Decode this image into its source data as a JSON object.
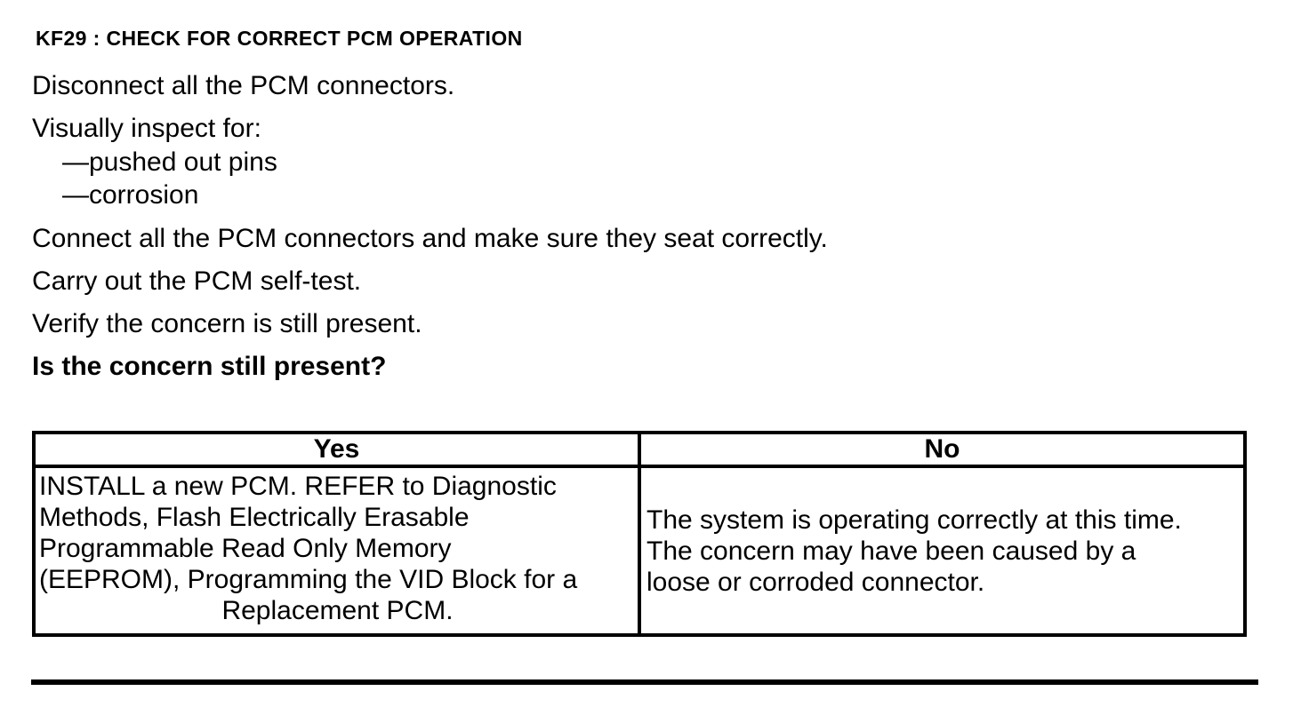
{
  "page": {
    "heading": "KF29 : CHECK FOR CORRECT PCM OPERATION",
    "paragraphs": {
      "disconnect": "Disconnect all the PCM connectors.",
      "inspect_intro": "Visually inspect for:",
      "inspect_items": [
        "—pushed out pins",
        "—corrosion"
      ],
      "connect": "Connect all the PCM connectors and make sure they seat correctly.",
      "self_test": "Carry out the PCM self-test.",
      "verify": "Verify the concern is still present.",
      "question": "Is the concern still present?"
    },
    "table": {
      "headers": [
        "Yes",
        "No"
      ],
      "yes_lines": [
        "INSTALL a new PCM. REFER to Diagnostic",
        "Methods, Flash Electrically Erasable",
        "Programmable Read Only Memory",
        "(EEPROM), Programming the VID Block for a",
        "Replacement PCM."
      ],
      "no_lines": [
        "The system is operating correctly at this time.",
        "The concern may have been caused by a",
        "loose or corroded connector."
      ]
    }
  }
}
